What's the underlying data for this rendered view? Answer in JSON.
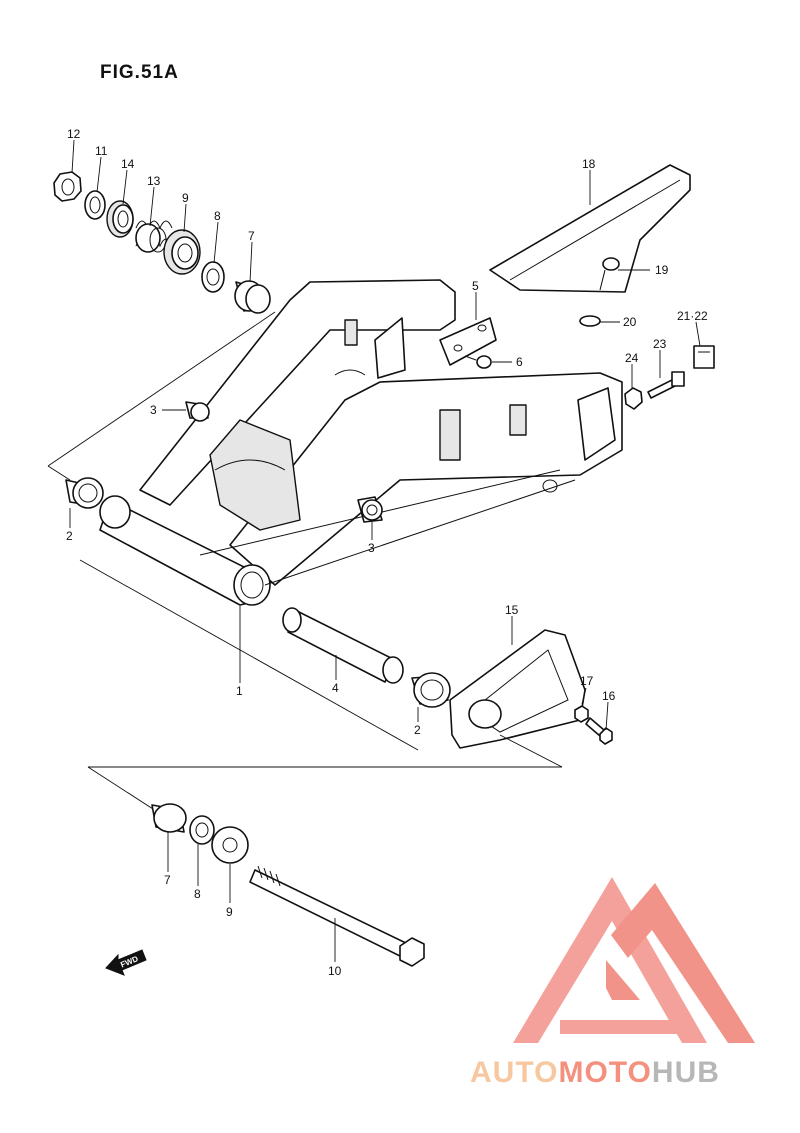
{
  "figure": {
    "title": "FIG.51A"
  },
  "callouts": {
    "p1": "1",
    "p2a": "2",
    "p2b": "2",
    "p3a": "3",
    "p3b": "3",
    "p4": "4",
    "p5": "5",
    "p6": "6",
    "p7a": "7",
    "p7b": "7",
    "p8a": "8",
    "p8b": "8",
    "p9a": "9",
    "p9b": "9",
    "p10": "10",
    "p11": "11",
    "p12": "12",
    "p13": "13",
    "p14": "14",
    "p15": "15",
    "p16": "16",
    "p17": "17",
    "p18": "18",
    "p19": "19",
    "p20": "20",
    "p21_22": "21·22",
    "p23": "23",
    "p24": "24"
  },
  "direction_arrow": {
    "label": "FWD",
    "icon": "fwd-arrow-icon"
  },
  "watermark": {
    "part1": "AUTO",
    "part2": "MOTO",
    "part3": "HUB",
    "colors": {
      "light": "#f7c8a0",
      "mid": "#f4907e",
      "dark": "#b7b7b7",
      "logo": "#f08a80"
    }
  }
}
